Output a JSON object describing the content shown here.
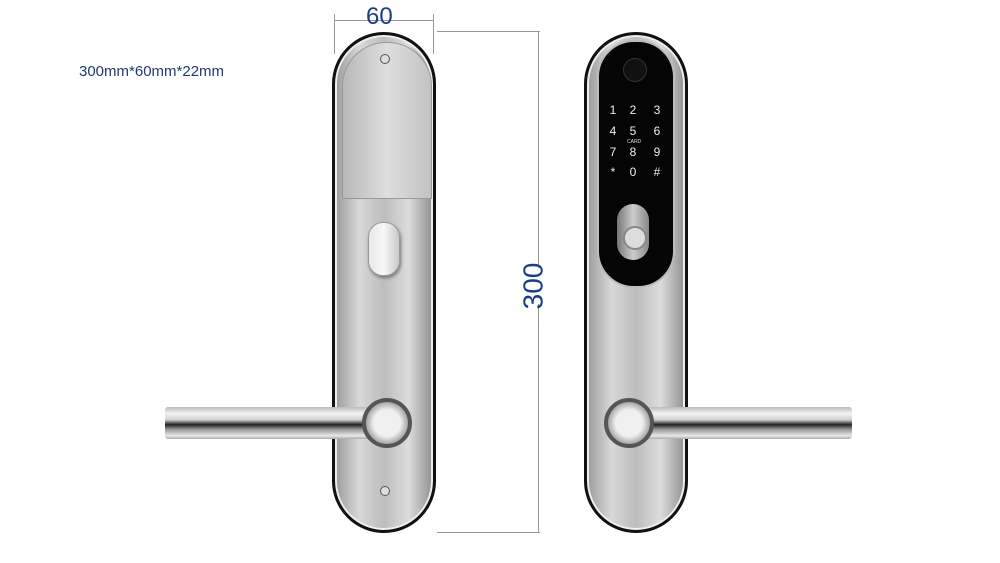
{
  "spec": {
    "text": "300mm*60mm*22mm"
  },
  "dimensions": {
    "width_label": "60",
    "height_label": "300"
  },
  "keypad": {
    "keys": [
      "1",
      "2",
      "3",
      "4",
      "5",
      "6",
      "7",
      "8",
      "9",
      "*",
      "0",
      "#"
    ],
    "card_label": "CARD"
  },
  "colors": {
    "dimension_text": "#1a3c8c",
    "dimension_line": "#999999"
  }
}
